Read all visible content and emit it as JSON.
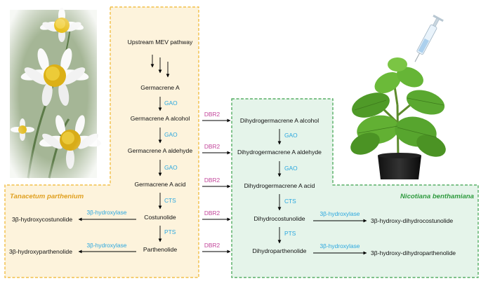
{
  "species": {
    "left": "Tanacetum parthenium",
    "right": "Nicotiana benthamiana"
  },
  "nodes": {
    "upstream": "Upstream MEV pathway",
    "germacrene_a": "Germacrene A",
    "germacrene_a_alcohol": "Germacrene A alcohol",
    "germacrene_a_aldehyde": "Germacrene A aldehyde",
    "germacrene_a_acid": "Germacrene A acid",
    "costunolide": "Costunolide",
    "parthenolide": "Parthenolide",
    "hydroxy_costunolide": "3β-hydroxycostunolide",
    "hydroxy_parthenolide": "3β-hydroxyparthenolide",
    "dh_germacrene_a_alcohol": "Dihydrogermacrene A alcohol",
    "dh_germacrene_a_aldehyde": "Dihydrogermacrene A aldehyde",
    "dh_germacrene_a_acid": "Dihydrogermacrene A acid",
    "dh_costunolide": "Dihydrocostunolide",
    "dh_parthenolide": "Dihydroparthenolide",
    "hydroxy_dh_costunolide": "3β-hydroxy-dihydrocostunolide",
    "hydroxy_dh_parthenolide": "3β-hydroxy-dihydroparthenolide"
  },
  "enzymes": {
    "gao": "GAO",
    "cts": "CTS",
    "pts": "PTS",
    "dbr2": "DBR2",
    "hydroxylase": "3β-hydroxylase"
  },
  "colors": {
    "left_box_fill": "#fdf3dc",
    "left_box_border": "#f0b429",
    "left_species_text": "#e0a020",
    "right_box_fill": "#e5f4ea",
    "right_box_border": "#3aa04a",
    "right_species_text": "#2e9a3e",
    "enzyme_blue": "#2aa7df",
    "enzyme_pink": "#c2449a"
  },
  "icons": {
    "left_image": "feverfew-flower-photo",
    "right_image": "tobacco-plant-with-syringe-photo"
  }
}
